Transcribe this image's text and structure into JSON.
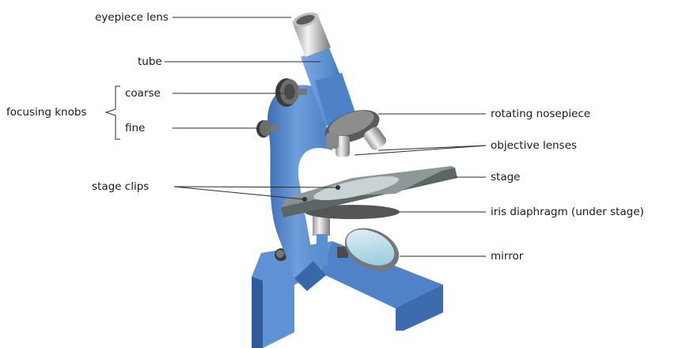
{
  "labels": {
    "eyepiece_lens": "eyepiece lens",
    "tube": "tube",
    "focusing_knobs": "focusing knobs",
    "coarse": "coarse",
    "fine": "fine",
    "stage_clips": "stage clips",
    "rotating_nosepiece": "rotating nosepiece",
    "objective_lenses": "objective lenses",
    "stage": "stage",
    "iris_diaphragm": "iris diaphragm (under stage)",
    "mirror": "mirror"
  },
  "colors": {
    "body_blue": "#5b8fd0",
    "body_dark": "#3e6fb3",
    "body_light": "#8fb6e6",
    "metal_light": "#e8e8e8",
    "metal_dark": "#6e6e6e",
    "stage_grey": "#6f7a7a",
    "mirror_glass": "#b9dbe9"
  }
}
